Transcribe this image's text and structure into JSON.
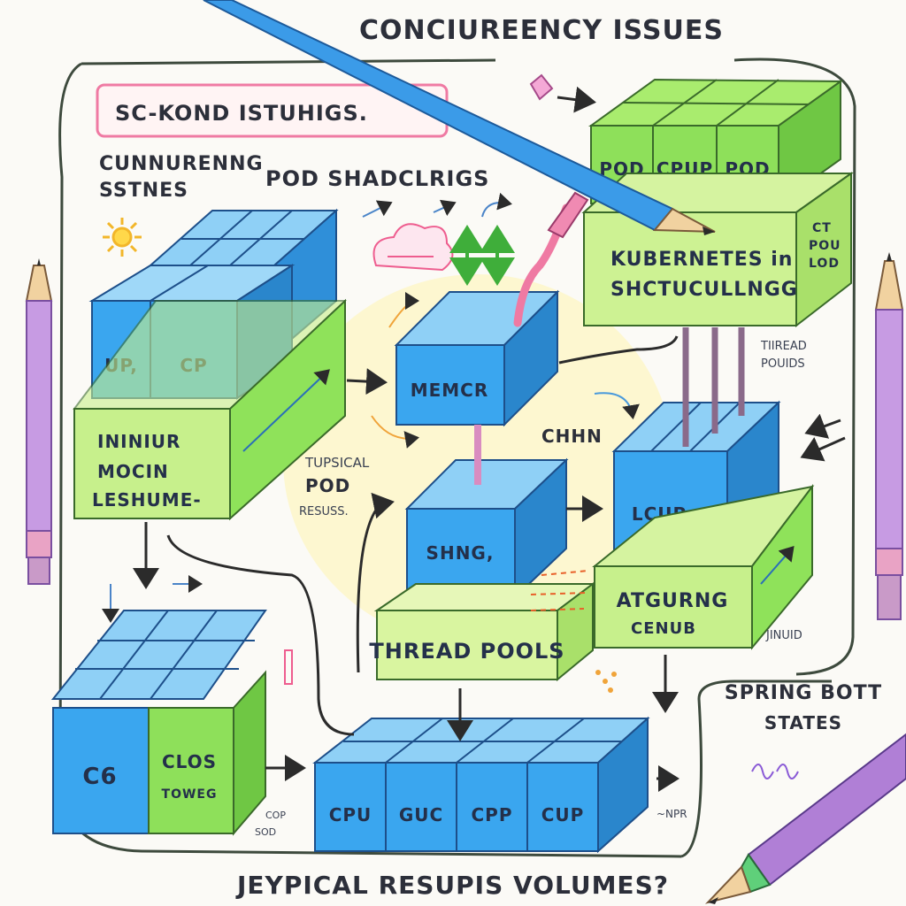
{
  "title": "CONCIUREENCY ISSUES",
  "notes": {
    "pink_box": "SC-KOND ISTUHIGS.",
    "top_left_1": "CUNNURENNG",
    "top_left_2": "SSTNES",
    "pod_sched": "POD SHADCLRIGS",
    "thread_pouds_1": "TIIREAD",
    "thread_pouds_2": "POUIDS",
    "chhn": "CHHN",
    "typical_1": "TUPSICAL",
    "typical_2": "POD",
    "typical_3": "RESUSS.",
    "spring_1": "SPRING BOTT",
    "spring_2": "STATES",
    "cpe_sod_1": "COP",
    "cpe_sod_2": "SOD",
    "npr": "~NPR",
    "bottom": "JEYPICAL RESUPIS VOLUMES?",
    "dinud": "JINUID"
  },
  "blocks": {
    "top_right_cells": [
      "POD",
      "CPUP",
      "POD"
    ],
    "k8s_1": "KUBERNETES in",
    "k8s_2": "SHCTUCULLNGG",
    "ct_1": "CT",
    "ct_2": "POU",
    "ct_3": "LOD",
    "left_cells": [
      "UP,",
      "CP"
    ],
    "left_base_1": "ININIUR",
    "left_base_2": "MOCIN",
    "left_base_3": "LESHUME-",
    "memcr": "MEMCR",
    "shng": "SHNG,",
    "thread_pools": "THREAD POOLS",
    "lcup": "LCUP",
    "atgurng_1": "ATGURNG",
    "atgurng_2": "CENUB",
    "c6": "C6",
    "clos_1": "CLOS",
    "clos_2": "TOWEG",
    "bottom_cells": [
      "CPU",
      "GUC",
      "CPP",
      "CUP"
    ]
  },
  "colors": {
    "blue": "#3aa6ef",
    "blue_light": "#7cc9f7",
    "green": "#8fe25a",
    "green_light": "#c7f08c",
    "pink": "#ee5d8f",
    "yellow": "#fff2a3",
    "pencil_blue": "#3b9be8",
    "pencil_purple": "#b07fd6"
  }
}
